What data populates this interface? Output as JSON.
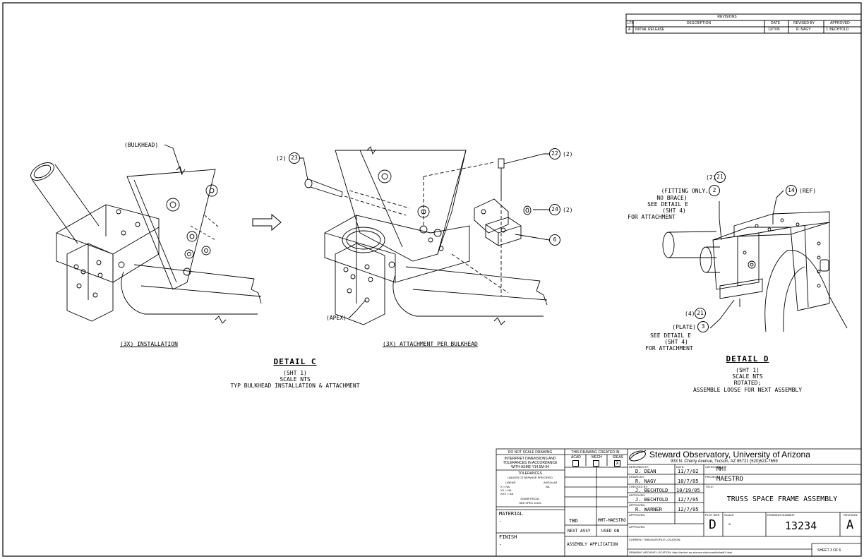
{
  "revisions": {
    "title": "REVISIONS",
    "headers": {
      "ltr": "LTR",
      "description": "DESCRIPTION",
      "date": "DATE",
      "revised_by": "REVISED BY",
      "approved": "APPROVED"
    },
    "rows": [
      {
        "ltr": "A",
        "description": "INITIAL RELEASE",
        "date": "12/7/05",
        "revised_by": "R. NAGY",
        "approved": "J. BECHTOLD"
      }
    ]
  },
  "detail_c": {
    "bulkhead_label": "(BULKHEAD)",
    "apex_label": "(APEX)",
    "installation_caption": "(3X) INSTALLATION",
    "attachment_caption": "(3X) ATTACHMENT PER BULKHEAD",
    "title": "DETAIL C",
    "sheet": "(SHT 1)",
    "scale": "SCALE NTS",
    "note": "TYP BULKHEAD INSTALLATION & ATTACHMENT",
    "callouts": {
      "c23_qty": "(2)",
      "c23": "23",
      "c22": "22",
      "c22_qty": "(2)",
      "c24": "24",
      "c24_qty": "(2)",
      "c6": "6"
    }
  },
  "detail_d": {
    "c21_top_qty": "(2)",
    "c21_top": "21",
    "fitting_only": "(FITTING ONLY,",
    "c2": "2",
    "no_brace": "NO BRACE)",
    "see_detail_e_1": "SEE DETAIL E",
    "sht4_1": "(SHT 4)",
    "for_attachment_1": "FOR ATTACHMENT",
    "c14": "14",
    "c14_ref": "(REF)",
    "c21_bot_qty": "(4)",
    "c21_bot": "21",
    "plate": "(PLATE)",
    "c3": "3",
    "see_detail_e_2": "SEE DETAIL E",
    "sht4_2": "(SHT 4)",
    "for_attachment_2": "FOR ATTACHMENT",
    "title": "DETAIL D",
    "sheet": "(SHT 1)",
    "scale": "SCALE NTS",
    "rotated": "ROTATED;",
    "note": "ASSEMBLE LOOSE FOR NEXT ASSEMBLY"
  },
  "title_block": {
    "do_not_scale": "DO NOT SCALE DRAWING",
    "interpret_1": "INTERPRET DIMENSIONS AND",
    "interpret_2": "TOLERANCES IN ACCORDANCE",
    "interpret_3": "WITH ASME Y14.5M-94",
    "tolerances": "TOLERANCES",
    "unless": "UNLESS OTHERWISE SPECIFIED",
    "linear": "LINEAR",
    "angular": "ANGULAR",
    "tol_x": ".X   = NA",
    "tol_xx": ".XX  = NA",
    "tol_xxx": ".XXX = NA",
    "tol_ang": "NA",
    "dimetrical": "DIAMETRICAL",
    "see_spec": "SEE SPEC 5-002",
    "material_label": "MATERIAL",
    "material_value": "-",
    "finish_label": "FINISH",
    "finish_value": "-",
    "created_in": "THIS DRAWING CREATED IN:",
    "acad": "ACAD",
    "mech": "MECH",
    "ideas": "IDEAS",
    "ideas_check": "X",
    "next_assy_value": "TBD",
    "used_on_value": "MMT-MAESTRO",
    "next_assy": "NEXT ASSY",
    "used_on": "USED ON",
    "assembly_application": "ASSEMBLY APPLICATION",
    "org_name": "Steward Observatory, University of Arizona",
    "org_address": "933 N. Cherry Avenue, Tucson, AZ  85721   (520)621-7659",
    "designed_by_label": "DESIGNED BY:",
    "designed_by": "D. DEAN",
    "date_label": "DATE:",
    "designed_date": "11/7/02",
    "drawn_by_label": "DRAWN BY:",
    "drawn_by": "R. NAGY",
    "drawn_date": "10/7/05",
    "checked_by_label": "CHECKED BY:",
    "checked_by": "J. BECHTOLD",
    "checked_date": "10/19/05",
    "approved1_label": "APPROVED:",
    "approved1": "J. BECHTOLD",
    "approved1_date": "12/7/05",
    "approved2_label": "APPROVED:",
    "approved2": "R. WARNER",
    "approved2_date": "12/7/05",
    "approved3_label": "APPROVED:",
    "approved4_label": "APPROVED:",
    "category_label": "CATEGORY:",
    "category": "MMT",
    "project_label": "PROJECT:",
    "project": "MAESTRO",
    "title_label": "TITLE:",
    "title": "TRUSS SPACE FRAME ASSEMBLY",
    "plot_size_label": "PLOT SIZE",
    "plot_size": "D",
    "scale_label": "SCALE:",
    "scale": "-",
    "drawing_number_label": "DRAWING NUMBER:",
    "drawing_number": "13234",
    "revision_label": "REVISION:",
    "revision": "A",
    "current_time_label": "CURRENT TIME/DATE/FILE LOCATION:",
    "archive_location": "DRAWING ARCHIVE LOCATION: http://devinci.as.arizona.edu/mcad/default1.html",
    "sheet": "SHEET 3 OF 6"
  }
}
